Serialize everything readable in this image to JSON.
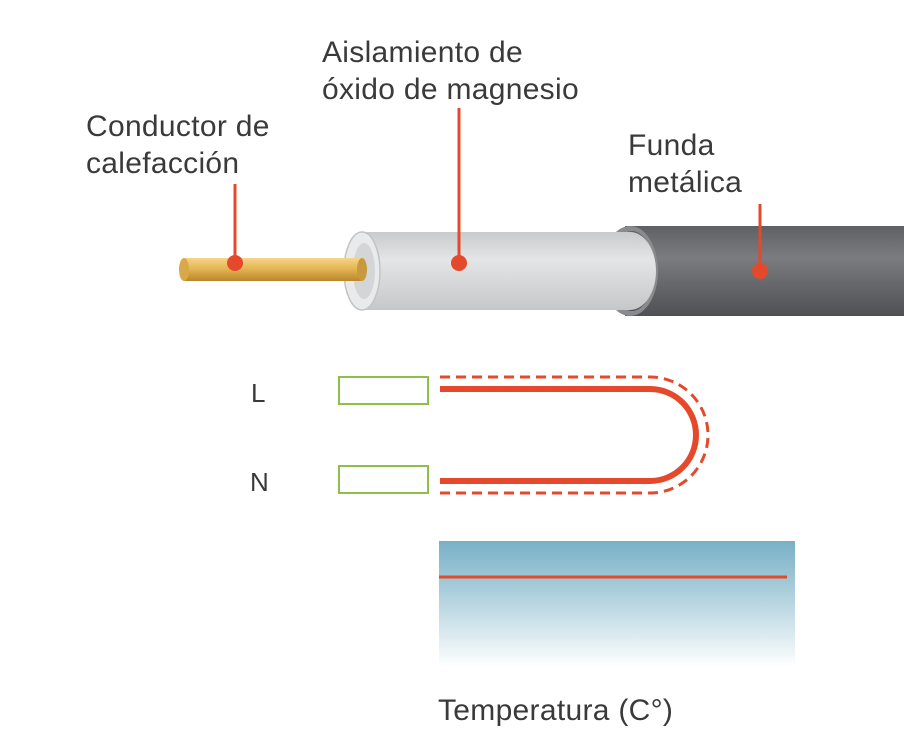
{
  "labels": {
    "conductor_line1": "Conductor de",
    "conductor_line2": "calefacción",
    "insulation_line1": "Aislamiento de",
    "insulation_line2": "óxido de magnesio",
    "sheath_line1": "Funda",
    "sheath_line2": "metálica"
  },
  "terminals": {
    "live": "L",
    "neutral": "N"
  },
  "temperature": {
    "label": "Temperatura (C°)"
  },
  "colors": {
    "accent_red": "#e5492b",
    "copper": "#e0b04e",
    "insulation": "#d9dadb",
    "sheath": "#6f7073",
    "terminal_green": "#8dbf4a",
    "temp_band_top": "#7db3c8",
    "text": "#3a3a3a"
  }
}
